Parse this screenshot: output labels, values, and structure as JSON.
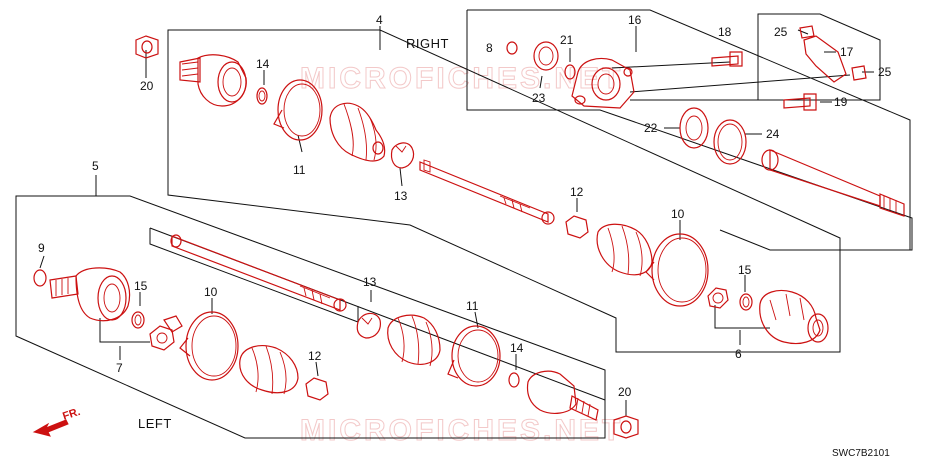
{
  "diagram": {
    "watermark": "MICROFICHES.NET",
    "diagram_code": "SWC7B2101",
    "sections": {
      "right": "RIGHT",
      "left": "LEFT"
    },
    "direction_label": "FR.",
    "callouts": {
      "c4": "4",
      "c5": "5",
      "c6": "6",
      "c7": "7",
      "c8": "8",
      "c9": "9",
      "c10": "10",
      "c11": "11",
      "c12": "12",
      "c13": "13",
      "c14": "14",
      "c15": "15",
      "c16": "16",
      "c17": "17",
      "c18": "18",
      "c19": "19",
      "c20": "20",
      "c21": "21",
      "c22": "22",
      "c23": "23",
      "c24": "24",
      "c25": "25"
    }
  }
}
